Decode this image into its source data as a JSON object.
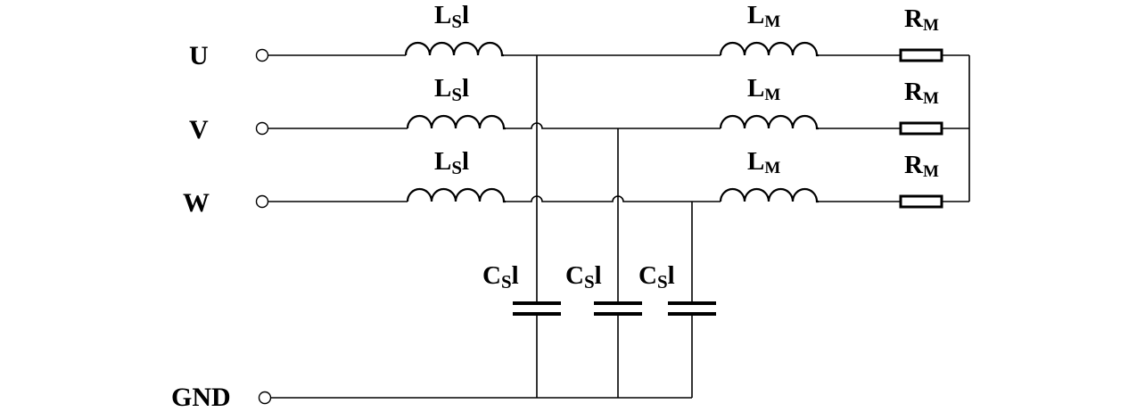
{
  "terminals": {
    "u": "U",
    "v": "V",
    "w": "W",
    "gnd": "GND"
  },
  "components": {
    "ls_main": "L",
    "ls_sub": "S",
    "ls_suffix": "l",
    "lm_main": "L",
    "lm_sub": "M",
    "rm_main": "R",
    "rm_sub": "M",
    "cs_main": "C",
    "cs_sub": "S",
    "cs_suffix": "l"
  }
}
